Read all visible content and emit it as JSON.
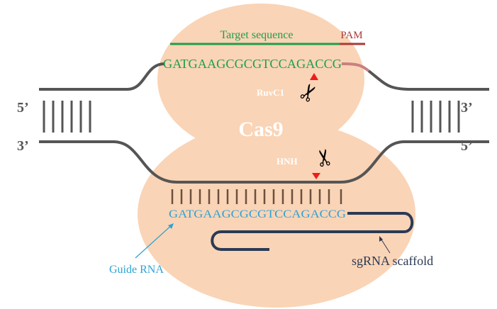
{
  "labels": {
    "target_sequence": "Target sequence",
    "pam": "PAM",
    "target_dna_seq": "GATGAAGCGCGTCCAGACCG",
    "guide_seq": "GATGAAGCGCGTCCAGACCG",
    "ruvc": "RuvC1",
    "hnh": "HNH",
    "cas9": "Cas9",
    "guide_rna": "Guide RNA",
    "scaffold": "sgRNA scaffold",
    "left_top_end": "5’",
    "left_bottom_end": "3’",
    "right_top_end": "3’",
    "right_bottom_end": "5’"
  },
  "colors": {
    "protein": "#fad4b6",
    "dna": "#555555",
    "target": "#1e9e4a",
    "pam": "#a83a3a",
    "guide": "#2ba3d6",
    "scaffold": "#2a3a55",
    "cut_site": "#ee1c1c"
  },
  "icons": [
    "scissors-icon",
    "scissors-icon",
    "cut-arrowhead-icon"
  ]
}
